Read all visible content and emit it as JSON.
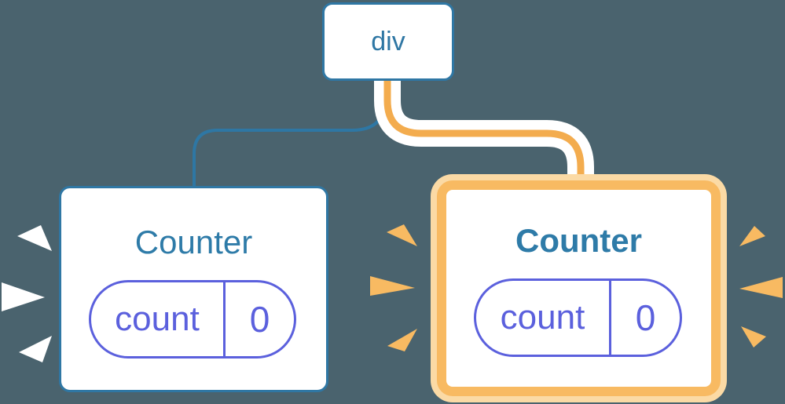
{
  "diagram": {
    "description": "React component tree: a div root element with two Counter children; the right Counter is highlighted as just re-rendered/updated, with sparkle bursts around both counters.",
    "background_color": "#4A636E",
    "colors": {
      "node_border_blue": "#2F77A4",
      "title_blue": "#2E7BA8",
      "state_purple": "#5B60DD",
      "edge_blue": "#2E77A4",
      "edge_highlight_orange": "#F3AC4E",
      "edge_casing_white": "#FFFFFF",
      "highlight_border_orange": "#F8BA62",
      "highlight_glow_peach": "#FBDAA5",
      "sparkle_white": "#FFFFFF",
      "sparkle_orange": "#F8BA62"
    },
    "tree": {
      "root": {
        "label": "div"
      },
      "children": [
        {
          "label": "Counter",
          "highlighted": false,
          "state": {
            "key": "count",
            "value": "0"
          }
        },
        {
          "label": "Counter",
          "highlighted": true,
          "state": {
            "key": "count",
            "value": "0"
          }
        }
      ]
    }
  }
}
